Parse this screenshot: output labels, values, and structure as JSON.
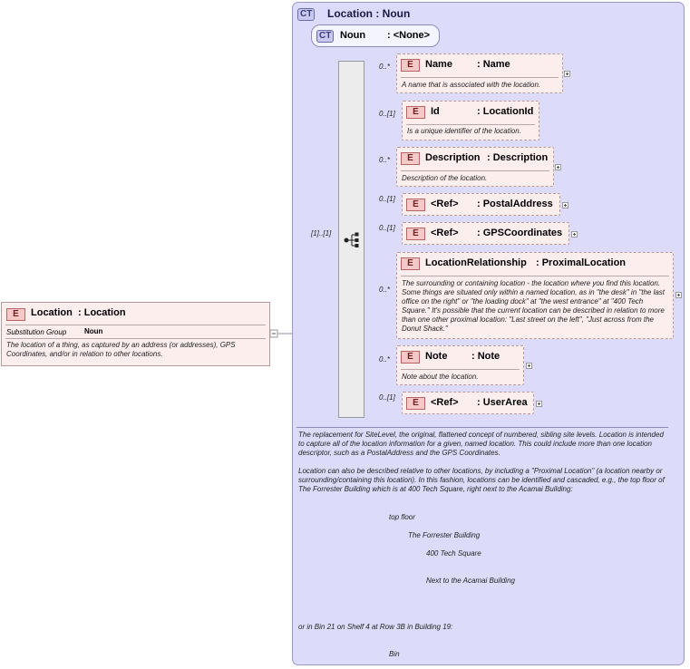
{
  "root_element": {
    "badge": "E",
    "name": "Location",
    "type": ": Location",
    "substitution_group_label": "Substitution Group",
    "substitution_group_value": "Noun",
    "documentation": "The location of a thing, as captured by an address (or addresses), GPS Coordinates, and/or in relation to other locations."
  },
  "complex_type": {
    "badge": "CT",
    "title": "Location : Noun",
    "base": {
      "badge": "CT",
      "name": "Noun",
      "type": ": <None>"
    }
  },
  "sequence": {
    "occurrence": "[1]..[1]"
  },
  "elements": [
    {
      "occurrence": "0..*",
      "badge": "E",
      "name": "Name",
      "type": ": Name",
      "doc": "A name that is associated with the location."
    },
    {
      "occurrence": "0..[1]",
      "badge": "E",
      "name": "Id",
      "type": ": LocationId",
      "doc": "Is a unique identifier of the location."
    },
    {
      "occurrence": "0..*",
      "badge": "E",
      "name": "Description",
      "type": ": Description",
      "doc": "Description of the location."
    },
    {
      "occurrence": "0..[1]",
      "badge": "E",
      "name": "<Ref>",
      "type": ": PostalAddress",
      "doc": ""
    },
    {
      "occurrence": "0..[1]",
      "badge": "E",
      "name": "<Ref>",
      "type": ": GPSCoordinates",
      "doc": ""
    },
    {
      "occurrence": "0..*",
      "badge": "E",
      "name": "LocationRelationship",
      "type": ": ProximalLocation",
      "doc": "The surrounding or containing location - the location where you find this location. Some things are situated only within a named location, as in \"the desk\" in \"the last office on the right\" or \"the loading dock\" at \"the west entrance\" at \"400 Tech Square.\" It's possible that the current location can be described in relation to more than one other proximal location: \"Last street on the left\", \"Just across from the Donut Shack.\""
    },
    {
      "occurrence": "0..*",
      "badge": "E",
      "name": "Note",
      "type": ": Note",
      "doc": "Note about the location."
    },
    {
      "occurrence": "0..[1]",
      "badge": "E",
      "name": "<Ref>",
      "type": ": UserArea",
      "doc": ""
    }
  ],
  "type_documentation": {
    "para1": "The replacement for SiteLevel, the original, flattened concept of numbered, sibling site levels. Location is intended to capture all of the location information for a given, named location. This could include more than one location descriptor, such as a PostalAddress and the GPS Coordinates.",
    "para2": "Location can also be described relative  to other locations, by including a  \"Proximal Location\" (a location nearby or surrounding/containing this location). In this fashion, locations can be identified and cascaded, e.g., the top floor of The Forrester Building which is at 400 Tech Square, right next to the Acamai Building:",
    "line_top_floor": "top floor",
    "line_forrester": "The Forrester Building",
    "line_tech_square": "400 Tech Square",
    "line_acamai": "Next to the Acamai Building",
    "line_bin_intro": "or in Bin 21 on Shelf 4 at Row 3B in Building 19:",
    "line_bin": "Bin"
  }
}
